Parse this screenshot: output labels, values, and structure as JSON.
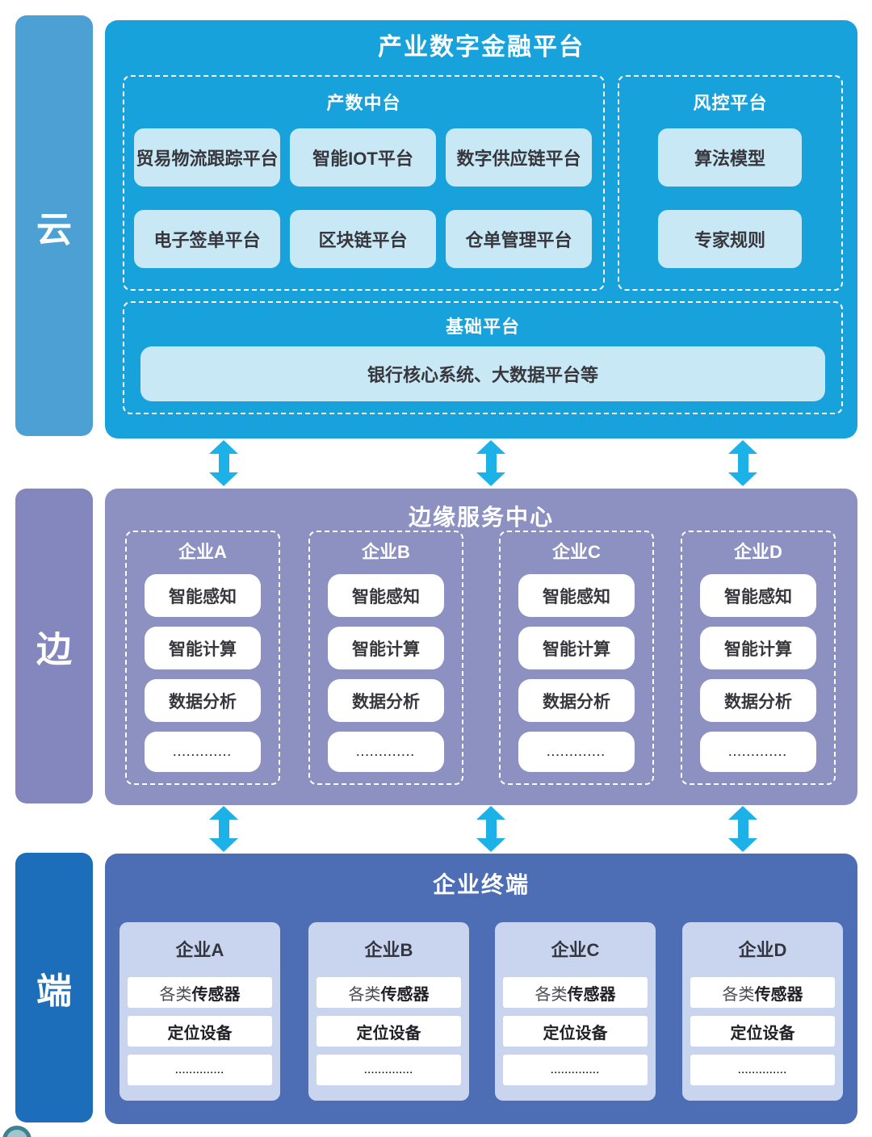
{
  "colors": {
    "cloud_section": "#17a2dc",
    "cloud_rail": "#4da0d4",
    "light_box": "#c9e8f5",
    "edge_section": "#8d91c1",
    "edge_rail": "#8487bd",
    "terminal_section": "#4d6db4",
    "terminal_rail": "#1d6eba",
    "terminal_card": "#c9d5ee",
    "arrow": "#1db2e7"
  },
  "cloud": {
    "rail_label": "云",
    "title": "产业数字金融平台",
    "mid_platform": {
      "title": "产数中台",
      "items": [
        "贸易物流跟踪平台",
        "智能IOT平台",
        "数字供应链平台",
        "电子签单平台",
        "区块链平台",
        "仓单管理平台"
      ]
    },
    "risk_platform": {
      "title": "风控平台",
      "items": [
        "算法模型",
        "专家规则"
      ]
    },
    "base_platform": {
      "title": "基础平台",
      "items": [
        "银行核心系统、大数据平台等"
      ]
    }
  },
  "edge": {
    "rail_label": "边",
    "title": "边缘服务中心",
    "columns": [
      {
        "title": "企业A",
        "items": [
          "智能感知",
          "智能计算",
          "数据分析",
          "............."
        ]
      },
      {
        "title": "企业B",
        "items": [
          "智能感知",
          "智能计算",
          "数据分析",
          "............."
        ]
      },
      {
        "title": "企业C",
        "items": [
          "智能感知",
          "智能计算",
          "数据分析",
          "............."
        ]
      },
      {
        "title": "企业D",
        "items": [
          "智能感知",
          "智能计算",
          "数据分析",
          "............."
        ]
      }
    ]
  },
  "terminal": {
    "rail_label": "端",
    "title": "企业终端",
    "columns": [
      {
        "title": "企业A",
        "rows": [
          {
            "prefix": "各类",
            "bold": "传感器"
          },
          {
            "prefix": "",
            "bold": "定位设备"
          },
          {
            "prefix": "",
            "bold": ".............."
          }
        ]
      },
      {
        "title": "企业B",
        "rows": [
          {
            "prefix": "各类",
            "bold": "传感器"
          },
          {
            "prefix": "",
            "bold": "定位设备"
          },
          {
            "prefix": "",
            "bold": ".............."
          }
        ]
      },
      {
        "title": "企业C",
        "rows": [
          {
            "prefix": "各类",
            "bold": "传感器"
          },
          {
            "prefix": "",
            "bold": "定位设备"
          },
          {
            "prefix": "",
            "bold": ".............."
          }
        ]
      },
      {
        "title": "企业D",
        "rows": [
          {
            "prefix": "各类",
            "bold": "传感器"
          },
          {
            "prefix": "",
            "bold": "定位设备"
          },
          {
            "prefix": "",
            "bold": ".............."
          }
        ]
      }
    ]
  }
}
